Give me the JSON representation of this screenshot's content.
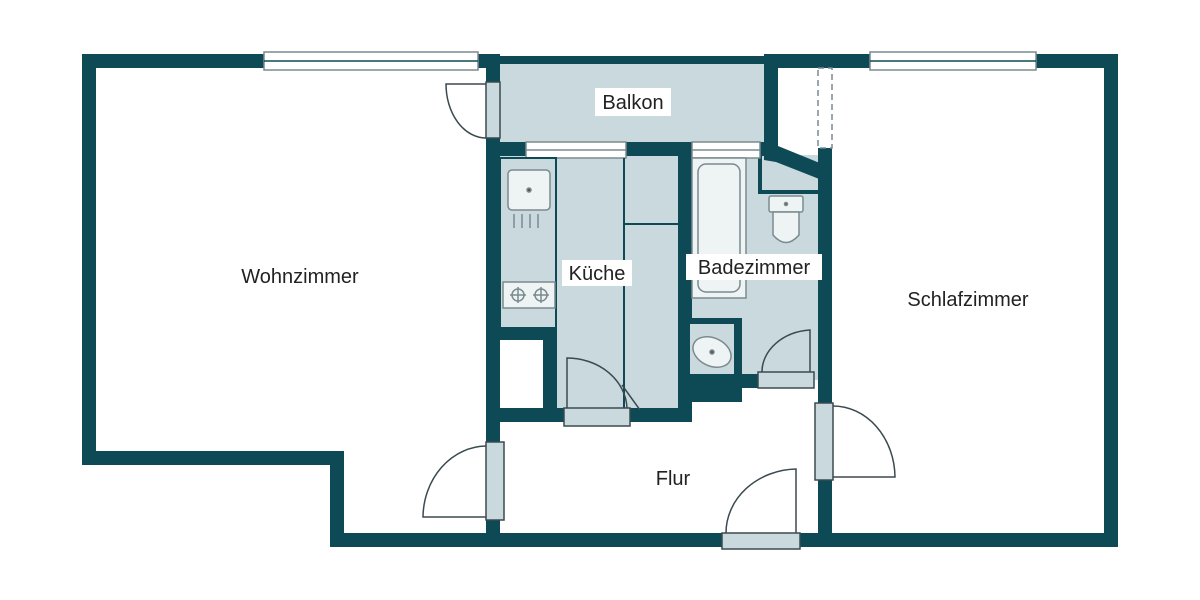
{
  "plan": {
    "colors": {
      "wall": "#0d4a55",
      "tile_floor": "#c9d9de",
      "floor": "#ffffff",
      "fixture": "#eef3f4",
      "fixture_line": "#7a8a8e",
      "label": "#222222"
    },
    "rooms": {
      "wohnzimmer": "Wohnzimmer",
      "balkon": "Balkon",
      "kueche": "Küche",
      "badezimmer": "Badezimmer",
      "schlafzimmer": "Schlafzimmer",
      "flur": "Flur"
    }
  }
}
